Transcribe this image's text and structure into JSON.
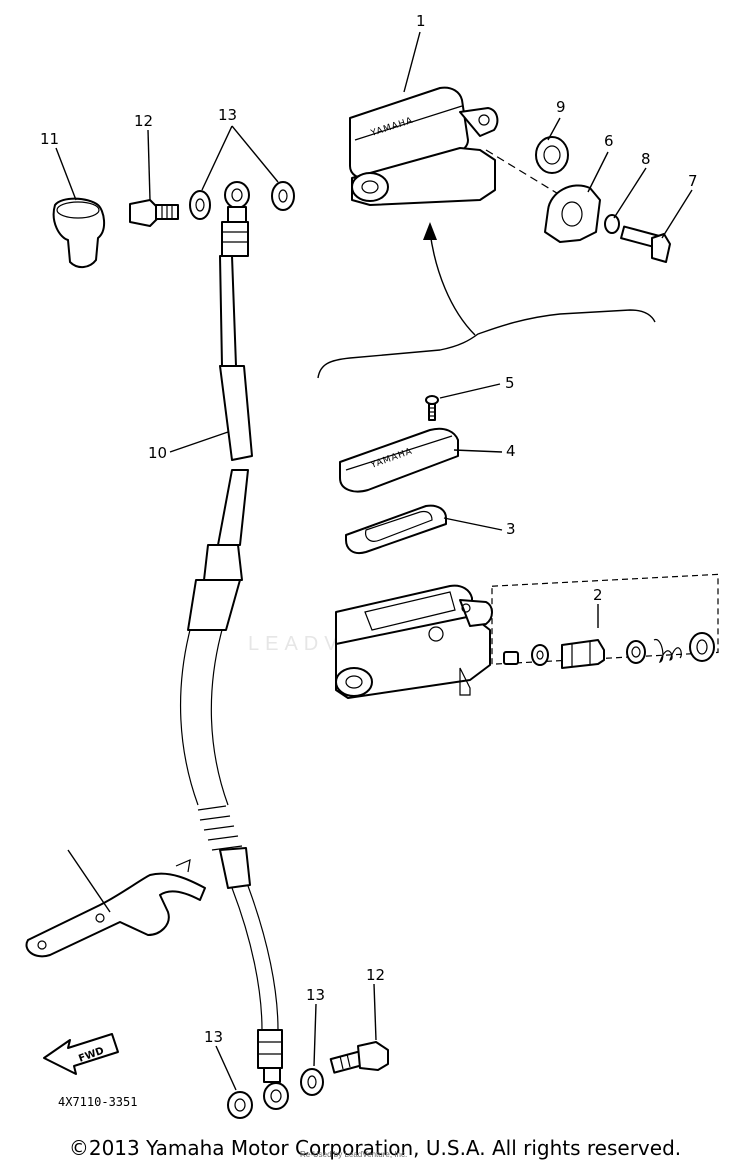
{
  "labels": {
    "p1": "1",
    "p2": "2",
    "p3": "3",
    "p4": "4",
    "p5": "5",
    "p6": "6",
    "p7": "7",
    "p8": "8",
    "p9": "9",
    "p10": "10",
    "p11": "11",
    "p12_top": "12",
    "p12_bottom": "12",
    "p13_top": "13",
    "p13_bottom_mid": "13",
    "p13_bottom_left": "13"
  },
  "emboss": {
    "reservoir": "YAMAHA",
    "cap": "YAMAHA"
  },
  "fwd_label": "FWD",
  "diagram_code": "4X7110-3351",
  "watermark": "LEADVENTURE",
  "copyright": "©2013 Yamaha Motor Corporation, U.S.A. All rights reserved.",
  "credit": "Re-Used by LeadVenture, Inc."
}
